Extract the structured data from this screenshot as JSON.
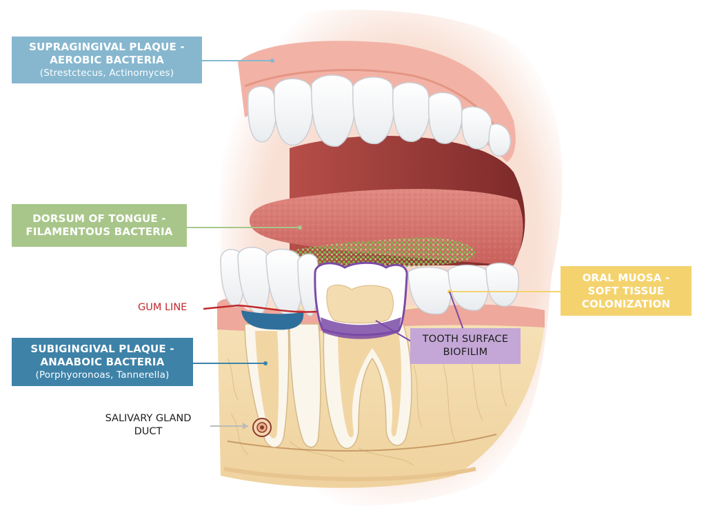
{
  "labels": {
    "supragingival": {
      "line1": "SUPRAGINGIVAL PLAQUE -",
      "line2": "AEROBIC BACTERIA",
      "line3": "(Strestctecus, Actinomyces)"
    },
    "tongue": {
      "line1": "DORSUM OF TONGUE -",
      "line2": "FILAMENTOUS BACTERIA"
    },
    "gum_line": "GUM LINE",
    "subgingival": {
      "line1": "SUBIGINGIVAL PLAQUE -",
      "line2": "ANAABOIC BACTERIA",
      "line3": "(Porphyoronoas, Tannerella)"
    },
    "salivary": {
      "line1": "SALIVARY GLAND",
      "line2": "DUCT"
    },
    "mucosa": {
      "line1": "ORAL MUOSA -",
      "line2": "SOFT TISSUE",
      "line3": "COLONIZATION"
    },
    "biofilm": {
      "line1": "TOOTH SURFACE",
      "line2": "BIOFILIM"
    }
  },
  "colors": {
    "supragingival_box": "#86b7cf",
    "tongue_box": "#a8c68a",
    "subgingival_box": "#3e82a8",
    "mucosa_box": "#f4d36e",
    "biofilm_box": "#c4a7d6",
    "gum_line": "#c0282c",
    "plaque_blue": "#2f6f9c",
    "biofilm_purple": "#7a4aa6",
    "tongue": "#cf6e68",
    "tongue_bacteria": "#8fbf5a",
    "gums": "#eeaaa0",
    "bone": "#f3dcae",
    "enamel": "#fbfbfb",
    "dentin": "#f0d6a4"
  }
}
